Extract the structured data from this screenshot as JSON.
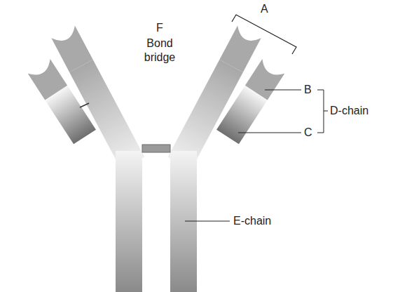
{
  "diagram": {
    "labels": [
      "A",
      "F",
      "Bond bridge",
      "B",
      "C",
      "D-chain",
      "E-chain"
    ]
  }
}
